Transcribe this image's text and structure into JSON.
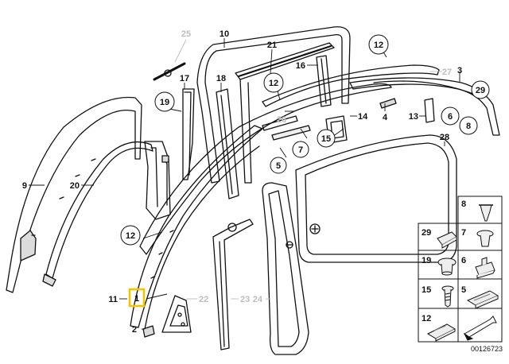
{
  "diagram": {
    "callouts": [
      {
        "id": "1",
        "style": "highlight"
      },
      {
        "id": "2",
        "style": "plain"
      },
      {
        "id": "3",
        "style": "plain"
      },
      {
        "id": "4",
        "style": "plain"
      },
      {
        "id": "5",
        "style": "circle"
      },
      {
        "id": "6",
        "style": "circle"
      },
      {
        "id": "7",
        "style": "circle"
      },
      {
        "id": "8",
        "style": "circle"
      },
      {
        "id": "9",
        "style": "plain"
      },
      {
        "id": "10",
        "style": "plain"
      },
      {
        "id": "11",
        "style": "plain"
      },
      {
        "id": "12a",
        "label": "12",
        "style": "circle"
      },
      {
        "id": "12b",
        "label": "12",
        "style": "circle"
      },
      {
        "id": "12c",
        "label": "12",
        "style": "circle"
      },
      {
        "id": "13",
        "style": "plain"
      },
      {
        "id": "14",
        "style": "plain"
      },
      {
        "id": "15",
        "style": "circle"
      },
      {
        "id": "16",
        "style": "plain"
      },
      {
        "id": "17",
        "style": "plain"
      },
      {
        "id": "18",
        "style": "plain"
      },
      {
        "id": "19",
        "style": "circle"
      },
      {
        "id": "20",
        "style": "plain"
      },
      {
        "id": "21",
        "style": "plain"
      },
      {
        "id": "22",
        "style": "grey"
      },
      {
        "id": "23",
        "style": "grey"
      },
      {
        "id": "24",
        "style": "grey"
      },
      {
        "id": "25",
        "style": "grey"
      },
      {
        "id": "26",
        "style": "grey"
      },
      {
        "id": "27",
        "style": "grey"
      },
      {
        "id": "28",
        "style": "plain"
      },
      {
        "id": "29",
        "style": "circle"
      }
    ],
    "legend": [
      {
        "id": "8",
        "label": "8"
      },
      {
        "id": "29",
        "label": "29"
      },
      {
        "id": "7",
        "label": "7"
      },
      {
        "id": "19",
        "label": "19"
      },
      {
        "id": "6",
        "label": "6"
      },
      {
        "id": "15",
        "label": "15"
      },
      {
        "id": "5",
        "label": "5"
      },
      {
        "id": "12",
        "label": "12"
      }
    ],
    "diagram_id": "00126723",
    "colors": {
      "line": "#111111",
      "grey": "#bdbdbd",
      "highlight": "#f5c400"
    }
  }
}
